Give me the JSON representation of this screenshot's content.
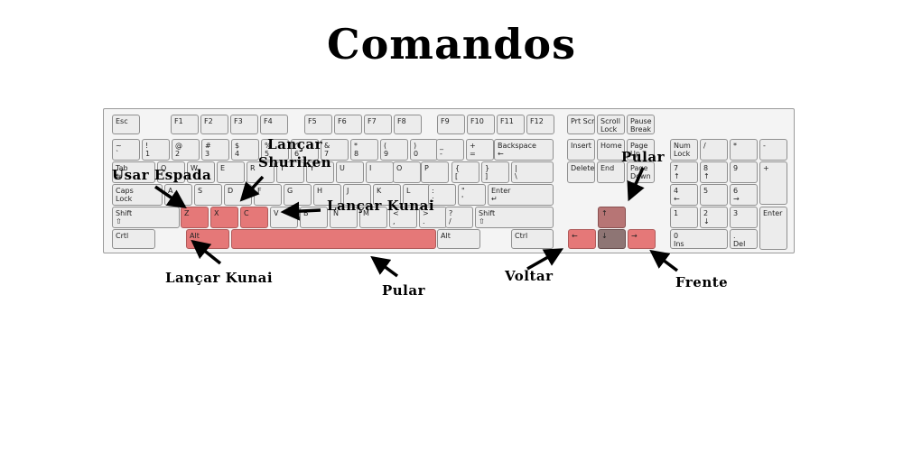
{
  "title": "Comandos",
  "keys": [
    {
      "id": "esc",
      "label": "Esc"
    },
    {
      "id": "f1",
      "label": "F1"
    },
    {
      "id": "f2",
      "label": "F2"
    },
    {
      "id": "f3",
      "label": "F3"
    },
    {
      "id": "f4",
      "label": "F4"
    },
    {
      "id": "f5",
      "label": "F5"
    },
    {
      "id": "f6",
      "label": "F6"
    },
    {
      "id": "f7",
      "label": "F7"
    },
    {
      "id": "f8",
      "label": "F8"
    },
    {
      "id": "f9",
      "label": "F9"
    },
    {
      "id": "f10",
      "label": "F10"
    },
    {
      "id": "f11",
      "label": "F11"
    },
    {
      "id": "f12",
      "label": "F12"
    },
    {
      "id": "prtscr",
      "label": "Prt Scr"
    },
    {
      "id": "scrolllock",
      "label": "Scroll\nLock"
    },
    {
      "id": "pausebreak",
      "label": "Pause\nBreak"
    },
    {
      "id": "tilde",
      "label": "~\n`"
    },
    {
      "id": "k1",
      "label": "!\n1"
    },
    {
      "id": "k2",
      "label": "@\n2"
    },
    {
      "id": "k3",
      "label": "#\n3"
    },
    {
      "id": "k4",
      "label": "$\n4"
    },
    {
      "id": "k5",
      "label": "%\n5"
    },
    {
      "id": "k6",
      "label": "^\n6"
    },
    {
      "id": "k7",
      "label": "&\n7"
    },
    {
      "id": "k8",
      "label": "*\n8"
    },
    {
      "id": "k9",
      "label": "(\n9"
    },
    {
      "id": "k0",
      "label": ")\n0"
    },
    {
      "id": "minus",
      "label": "_\n-"
    },
    {
      "id": "equals",
      "label": "+\n="
    },
    {
      "id": "backspace",
      "label": "Backspace\n←"
    },
    {
      "id": "insert",
      "label": "Insert"
    },
    {
      "id": "home",
      "label": "Home"
    },
    {
      "id": "pageup",
      "label": "Page\nUp"
    },
    {
      "id": "numlock",
      "label": "Num\nLock"
    },
    {
      "id": "npdiv",
      "label": "/"
    },
    {
      "id": "npmul",
      "label": "*"
    },
    {
      "id": "npminus",
      "label": "-"
    },
    {
      "id": "tab",
      "label": "Tab\n↹"
    },
    {
      "id": "q",
      "label": "Q"
    },
    {
      "id": "w",
      "label": "W"
    },
    {
      "id": "e",
      "label": "E"
    },
    {
      "id": "r",
      "label": "R"
    },
    {
      "id": "t",
      "label": "T"
    },
    {
      "id": "y",
      "label": "Y"
    },
    {
      "id": "u",
      "label": "U"
    },
    {
      "id": "i",
      "label": "I"
    },
    {
      "id": "o",
      "label": "O"
    },
    {
      "id": "p",
      "label": "P"
    },
    {
      "id": "lbrace",
      "label": "{\n["
    },
    {
      "id": "rbrace",
      "label": "}\n]"
    },
    {
      "id": "pipe",
      "label": "|\n\\"
    },
    {
      "id": "delete",
      "label": "Delete"
    },
    {
      "id": "end",
      "label": "End"
    },
    {
      "id": "pagedown",
      "label": "Page\nDown"
    },
    {
      "id": "np7",
      "label": "7\n↑"
    },
    {
      "id": "np8",
      "label": "8\n↑"
    },
    {
      "id": "np9",
      "label": "9"
    },
    {
      "id": "npplus",
      "label": "+"
    },
    {
      "id": "caps",
      "label": "Caps\nLock"
    },
    {
      "id": "a",
      "label": "A"
    },
    {
      "id": "s",
      "label": "S"
    },
    {
      "id": "d",
      "label": "D"
    },
    {
      "id": "f",
      "label": "F"
    },
    {
      "id": "g",
      "label": "G"
    },
    {
      "id": "h",
      "label": "H"
    },
    {
      "id": "j",
      "label": "J"
    },
    {
      "id": "k",
      "label": "K"
    },
    {
      "id": "l",
      "label": "L"
    },
    {
      "id": "semicolon",
      "label": ":\n;"
    },
    {
      "id": "quote",
      "label": "\"\n'"
    },
    {
      "id": "enter",
      "label": "Enter\n↵"
    },
    {
      "id": "np4",
      "label": "4\n←"
    },
    {
      "id": "np5",
      "label": "5"
    },
    {
      "id": "np6",
      "label": "6\n→"
    },
    {
      "id": "lshift",
      "label": "Shift\n⇧"
    },
    {
      "id": "z",
      "label": "Z"
    },
    {
      "id": "x",
      "label": "X"
    },
    {
      "id": "c",
      "label": "C"
    },
    {
      "id": "v",
      "label": "V"
    },
    {
      "id": "b",
      "label": "B"
    },
    {
      "id": "n",
      "label": "N"
    },
    {
      "id": "m",
      "label": "M"
    },
    {
      "id": "comma",
      "label": "<\n,"
    },
    {
      "id": "period",
      "label": ">\n."
    },
    {
      "id": "slash",
      "label": "?\n/"
    },
    {
      "id": "rshift",
      "label": "Shift\n⇧"
    },
    {
      "id": "uparrow",
      "label": "↑"
    },
    {
      "id": "np1",
      "label": "1"
    },
    {
      "id": "np2",
      "label": "2\n↓"
    },
    {
      "id": "np3",
      "label": "3"
    },
    {
      "id": "npenter",
      "label": "Enter"
    },
    {
      "id": "lctrl",
      "label": "Crtl"
    },
    {
      "id": "lalt",
      "label": "Alt"
    },
    {
      "id": "space",
      "label": ""
    },
    {
      "id": "ralt",
      "label": "Alt"
    },
    {
      "id": "rctrl",
      "label": "Ctrl"
    },
    {
      "id": "leftarrow",
      "label": "←"
    },
    {
      "id": "downarrow",
      "label": "↓"
    },
    {
      "id": "rightarrow",
      "label": "→"
    },
    {
      "id": "np0",
      "label": "0\nIns"
    },
    {
      "id": "npdot",
      "label": ".\nDel"
    }
  ],
  "highlight_color": "#e57878",
  "annotations": {
    "usar_espada": "Usar Espada",
    "lancar_shuriken": "Lançar\nShuriken",
    "lancar_kunai_right": "Lançar Kunai",
    "lancar_kunai_bottom": "Lançar Kunai",
    "pular_bottom": "Pular",
    "pular_top": "Pular",
    "voltar": "Voltar",
    "frente": "Frente"
  }
}
